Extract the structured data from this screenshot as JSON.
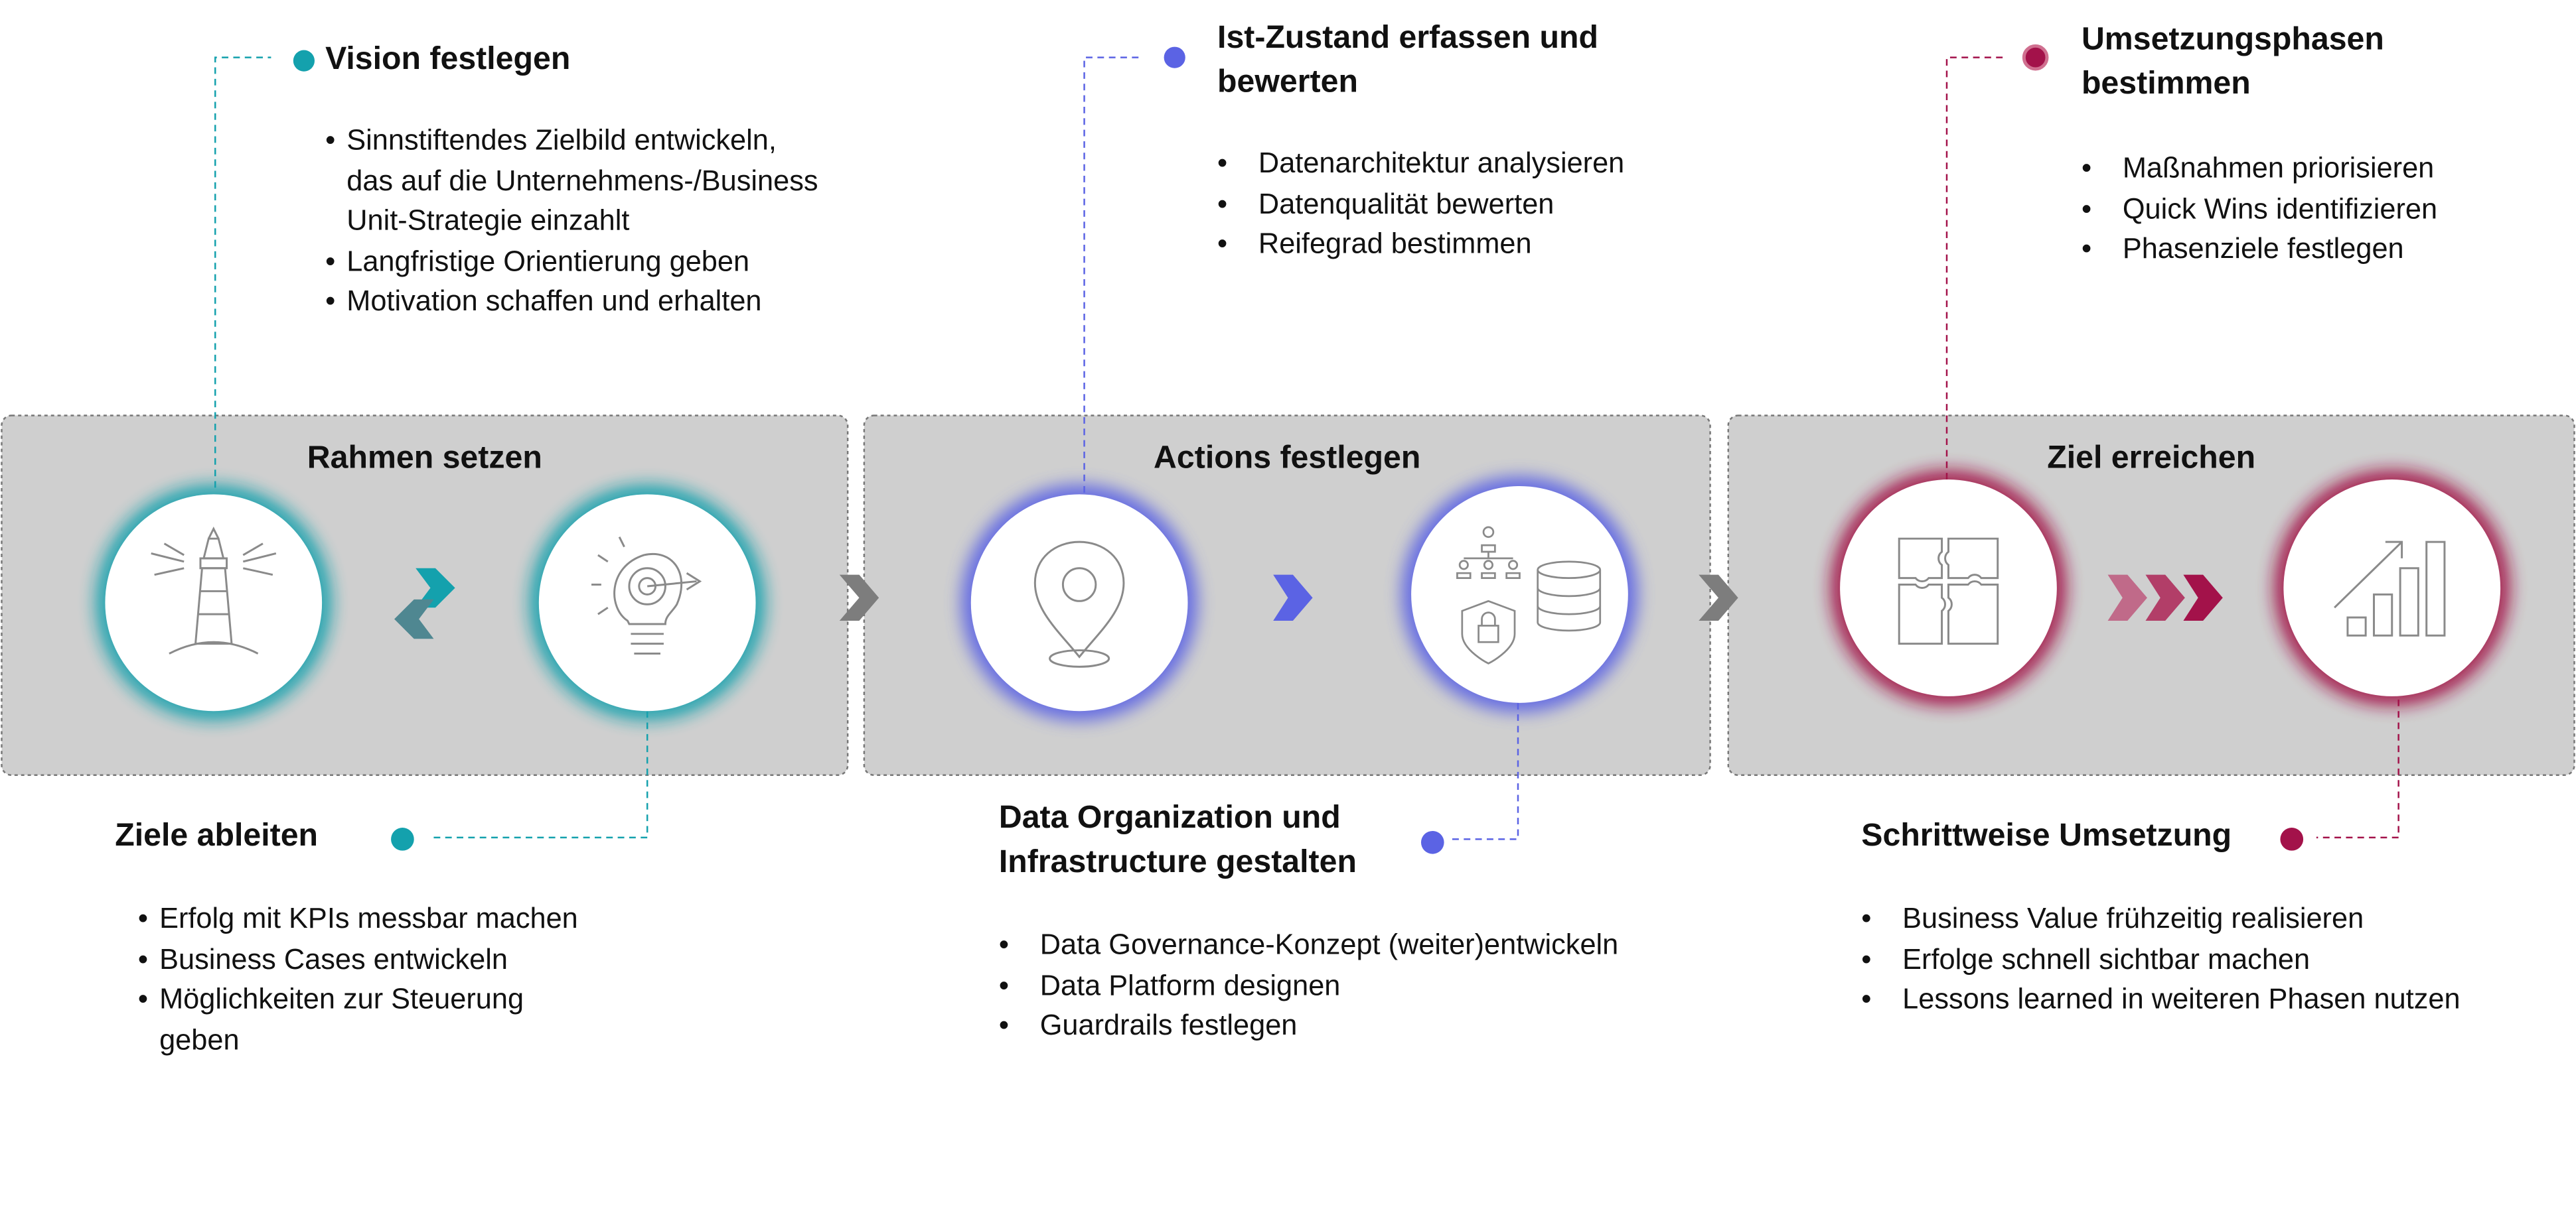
{
  "colors": {
    "teal": "#14a1ad",
    "blue": "#5b63e4",
    "crimson": "#a3124a",
    "phase_bg": "#cfcfcf",
    "chevron_gray": "#7d7d7d"
  },
  "phases": [
    {
      "title": "Rahmen setzen",
      "color": "teal",
      "icons": [
        "lighthouse-icon",
        "lightbulb-target-icon"
      ],
      "connector": "cycle-arrows-icon"
    },
    {
      "title": "Actions festlegen",
      "color": "blue",
      "icons": [
        "location-pin-icon",
        "org-chart-database-lock-icon"
      ],
      "connector": "chevron-right-icon"
    },
    {
      "title": "Ziel erreichen",
      "color": "crimson",
      "icons": [
        "puzzle-icon",
        "growth-bar-chart-icon"
      ],
      "connector": "triple-chevron-icon"
    }
  ],
  "callouts": {
    "vision": {
      "title": "Vision festlegen",
      "bullets": [
        "Sinnstiftendes Zielbild entwickeln, das auf die Unternehmens-/Business Unit-Strategie einzahlt",
        "Langfristige Orientierung geben",
        "Motivation schaffen und erhalten"
      ]
    },
    "ziele": {
      "title": "Ziele ableiten",
      "bullets": [
        "Erfolg mit KPIs messbar machen",
        "Business Cases entwickeln",
        "Möglichkeiten zur Steuerung geben"
      ]
    },
    "ist": {
      "title": "Ist-Zustand erfassen und bewerten",
      "bullets": [
        "Datenarchitektur analysieren",
        "Datenqualität bewerten",
        "Reifegrad bestimmen"
      ]
    },
    "data_org": {
      "title": "Data Organization und Infrastructure gestalten",
      "bullets": [
        "Data Governance-Konzept (weiter)entwickeln",
        "Data Platform designen",
        "Guardrails festlegen"
      ]
    },
    "phasen": {
      "title": "Umsetzungsphasen bestimmen",
      "bullets": [
        "Maßnahmen priorisieren",
        "Quick Wins identifizieren",
        "Phasenziele festlegen"
      ]
    },
    "schritt": {
      "title": "Schrittweise Umsetzung",
      "bullets": [
        "Business Value frühzeitig realisieren",
        "Erfolge schnell sichtbar machen",
        "Lessons learned in weiteren Phasen nutzen"
      ]
    }
  }
}
